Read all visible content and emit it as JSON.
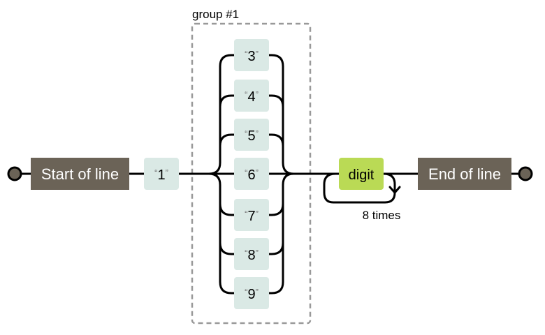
{
  "diagram": {
    "start_anchor": "Start of line",
    "end_anchor": "End of line",
    "literal_first": "1",
    "group_label": "group #1",
    "alternatives": [
      "3",
      "4",
      "5",
      "6",
      "7",
      "8",
      "9"
    ],
    "charclass": "digit",
    "repeat_label": "8 times",
    "open_quote": "“",
    "close_quote": "”"
  },
  "colors": {
    "anchor_bg": "#6b6357",
    "literal_bg": "#dae9e5",
    "charclass_bg": "#bada55",
    "line": "#000000",
    "terminal_fill": "#6b6357"
  }
}
